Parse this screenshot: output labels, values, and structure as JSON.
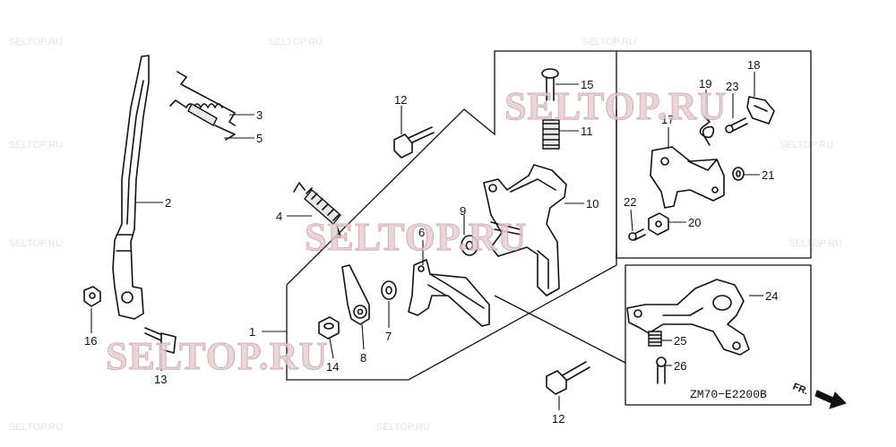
{
  "watermark": "SELTOP.RU",
  "diagram_code": "ZM70−E2200B",
  "front_marker": "FR.",
  "callouts": {
    "c1": "1",
    "c2": "2",
    "c3": "3",
    "c4": "4",
    "c5": "5",
    "c6": "6",
    "c7": "7",
    "c8": "8",
    "c9": "9",
    "c10": "10",
    "c11": "11",
    "c12a": "12",
    "c12b": "12",
    "c13": "13",
    "c14": "14",
    "c15": "15",
    "c16": "16",
    "c17": "17",
    "c18": "18",
    "c19": "19",
    "c20": "20",
    "c21": "21",
    "c22": "22",
    "c23": "23",
    "c24": "24",
    "c25": "25",
    "c26": "26"
  }
}
